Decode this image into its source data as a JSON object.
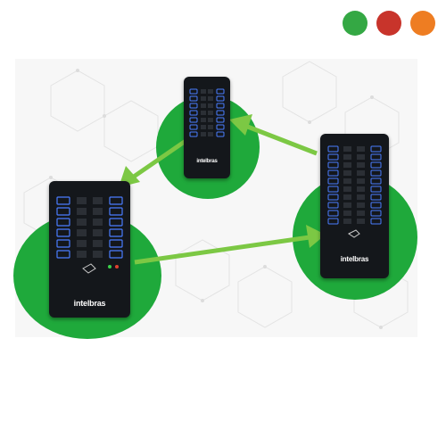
{
  "status_dots": [
    {
      "name": "green-status-dot",
      "color": "#34a844"
    },
    {
      "name": "red-status-dot",
      "color": "#c8342b"
    },
    {
      "name": "orange-status-dot",
      "color": "#ee7d22"
    }
  ],
  "colors": {
    "circle_green": "#1fa93b",
    "arrow_green": "#7cc844",
    "device_body": "#14171b",
    "key_backlight": "#4a7dff",
    "key_dark": "#2b2f35"
  },
  "devices": {
    "top": {
      "brand": "intelbras"
    },
    "right": {
      "brand": "intelbras"
    },
    "left": {
      "brand": "intelbras"
    }
  }
}
